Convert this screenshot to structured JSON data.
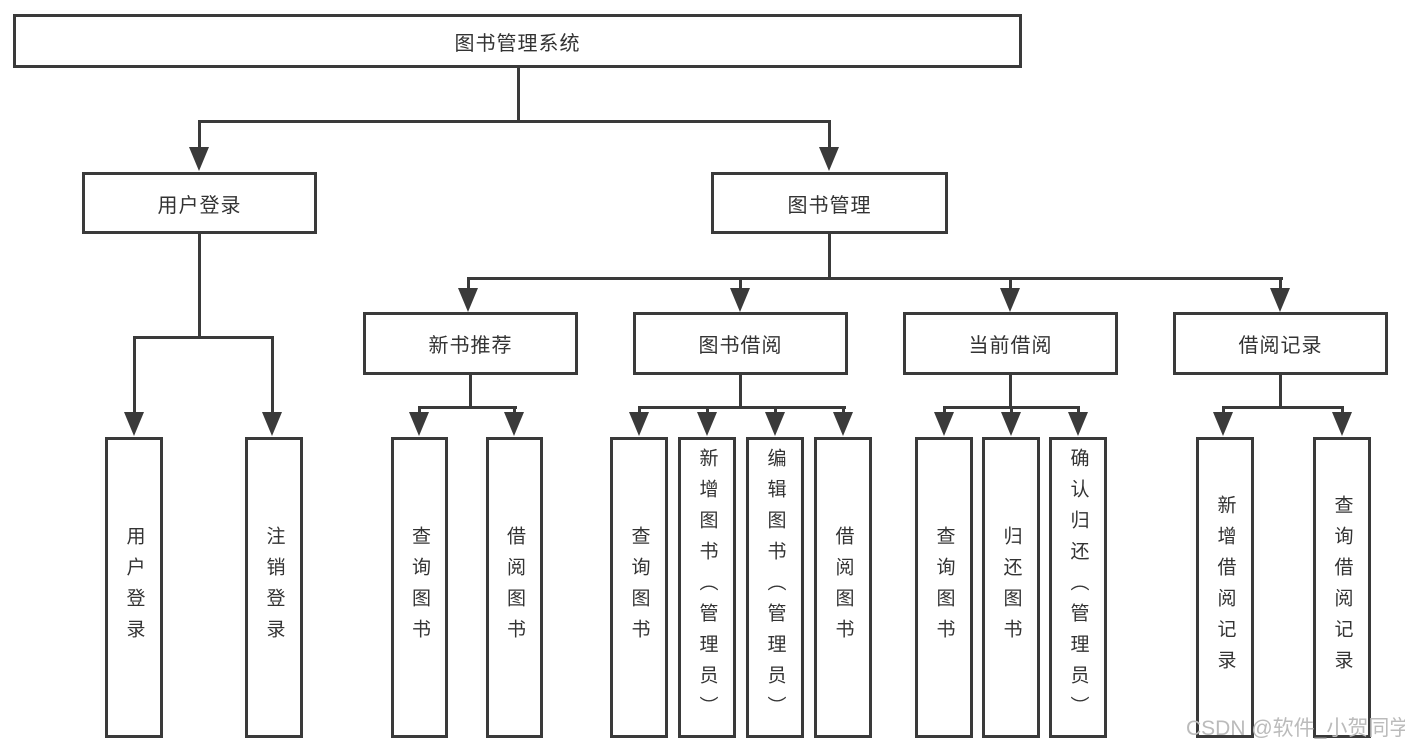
{
  "tree": {
    "root": {
      "label": "图书管理系统"
    },
    "branches": [
      {
        "label": "用户登录",
        "children": [
          {
            "label": "用户登录"
          },
          {
            "label": "注销登录"
          }
        ]
      },
      {
        "label": "图书管理",
        "children": [
          {
            "label": "新书推荐",
            "children": [
              {
                "label": "查询图书"
              },
              {
                "label": "借阅图书"
              }
            ]
          },
          {
            "label": "图书借阅",
            "children": [
              {
                "label": "查询图书"
              },
              {
                "label": "新增图书（管理员）"
              },
              {
                "label": "编辑图书（管理员）"
              },
              {
                "label": "借阅图书"
              }
            ]
          },
          {
            "label": "当前借阅",
            "children": [
              {
                "label": "查询图书"
              },
              {
                "label": "归还图书"
              },
              {
                "label": "确认归还（管理员）"
              }
            ]
          },
          {
            "label": "借阅记录",
            "children": [
              {
                "label": "新增借阅记录"
              },
              {
                "label": "查询借阅记录"
              }
            ]
          }
        ]
      }
    ]
  },
  "watermark": "CSDN @软件_小贺同学",
  "colors": {
    "line": "#3a3a3a",
    "text": "#333333",
    "box_bg": "#ffffff",
    "background": "#ffffff",
    "watermark": "#bbbbbb"
  }
}
